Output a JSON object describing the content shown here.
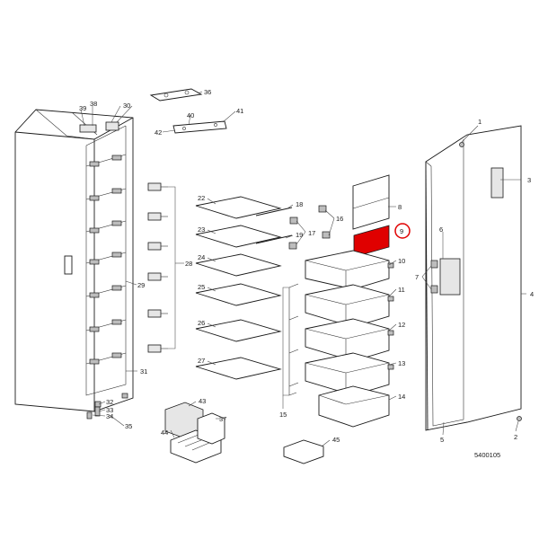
{
  "diagram": {
    "drawing_code": "5400105",
    "highlighted_part": "9",
    "highlight_color": "#e00000",
    "callouts": [
      "1",
      "2",
      "3",
      "4",
      "5",
      "6",
      "7",
      "8",
      "9",
      "10",
      "11",
      "12",
      "13",
      "14",
      "15",
      "16",
      "17",
      "18",
      "19",
      "22",
      "23",
      "24",
      "25",
      "26",
      "27",
      "28",
      "29",
      "30",
      "31",
      "32",
      "33",
      "34",
      "35",
      "36",
      "37",
      "38",
      "39",
      "40",
      "41",
      "42",
      "43",
      "44",
      "45"
    ]
  }
}
